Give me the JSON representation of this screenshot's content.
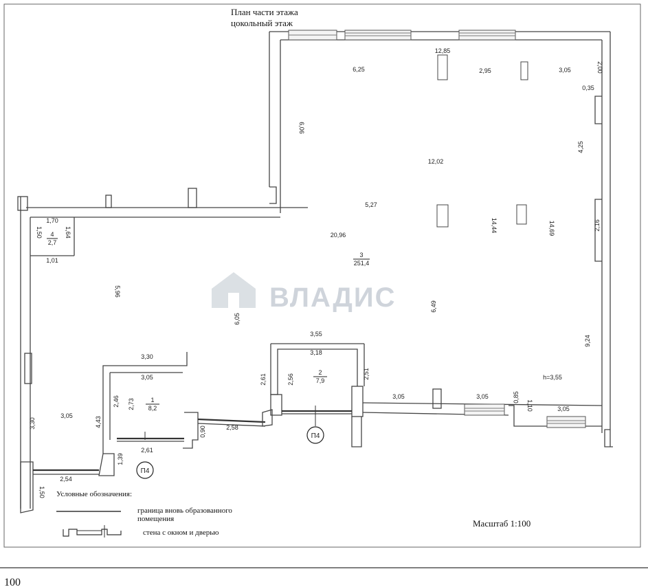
{
  "title": {
    "line1": "План части этажа",
    "line2": "цокольный этаж"
  },
  "rooms": [
    {
      "number": "1",
      "area": "8,2"
    },
    {
      "number": "2",
      "area": "7,9"
    },
    {
      "number": "3",
      "area": "251,4"
    },
    {
      "number": "4",
      "area": "2,7"
    }
  ],
  "dimensions": {
    "top_width": "12,85",
    "top_left": "6,25",
    "top_mid": "2,95",
    "top_right": "3,05",
    "right_top": "2,00",
    "right_small": "0,35",
    "right_425": "4,25",
    "left_upper_vertical": "6,06",
    "center_1202": "12,02",
    "center_527": "5,27",
    "span_2096": "20,96",
    "span_1444": "14,44",
    "span_1469": "14,69",
    "right_216": "2,16",
    "left_596": "5,96",
    "center_605": "6,05",
    "center_649": "6,49",
    "right_924": "9,24",
    "room4_top": "1,70",
    "room4_left": "1,50",
    "room4_right": "1,64",
    "room4_bottom": "1,01",
    "room2_top_outer": "3,55",
    "room2_top_inner": "3,18",
    "room2_left_outer": "2,61",
    "room2_left_inner": "2,56",
    "room2_right": "2,51",
    "room1_top_outer": "3,30",
    "room1_top_inner": "3,05",
    "room1_left_outer": "2,46",
    "room1_left_inner": "2,73",
    "room1_bottom": "2,61",
    "left_bottom_330": "3,30",
    "left_bottom_305": "3,05",
    "left_443": "4,43",
    "bottom_254": "2,54",
    "bottom_150": "1,50",
    "bottom_139": "1,39",
    "bottom_090": "0,90",
    "bottom_258": "2,58",
    "bottom_305_a": "3,05",
    "bottom_305_b": "3,05",
    "bottom_305_c": "3,05",
    "small_085": "0,85",
    "small_110": "1,10",
    "height": "h=3,55"
  },
  "markers": {
    "p4_a": "П4",
    "p4_b": "П4"
  },
  "watermark": "ВЛАДИС",
  "legend": {
    "heading": "Условные обозначения:",
    "item1_line1": "граница вновь образованного",
    "item1_line2": "помещения",
    "item2": "стена с окном и дверью"
  },
  "scale": "Масштаб 1:100",
  "footer_number": "100"
}
